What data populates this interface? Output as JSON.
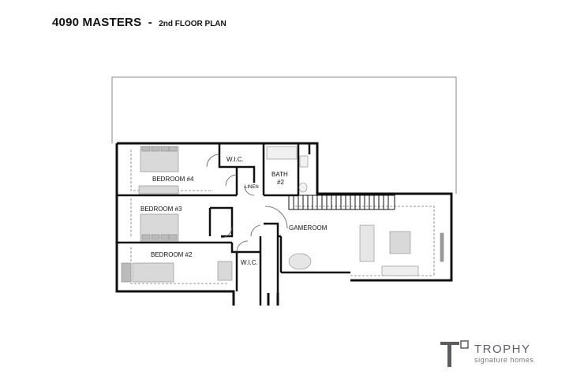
{
  "header": {
    "plan_name": "4090 MASTERS",
    "separator": "-",
    "floor_label": "2nd FLOOR PLAN"
  },
  "rooms": {
    "bedroom4": "BEDROOM #4",
    "bedroom3": "BEDROOM #3",
    "bedroom2": "BEDROOM #2",
    "wic_top": "W.I.C.",
    "wic_bottom": "W.I.C.",
    "bath_line1": "BATH",
    "bath_line2": "#2",
    "linen": "LINEN",
    "gameroom": "GAMEROOM"
  },
  "logo": {
    "brand": "TROPHY",
    "tagline": "signature homes"
  },
  "colors": {
    "wall": "#111111",
    "furniture": "#d9d9d9",
    "logo_gray": "#5a5d62"
  }
}
